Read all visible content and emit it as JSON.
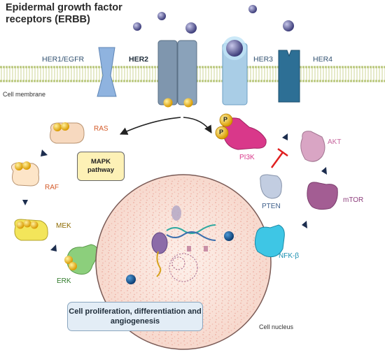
{
  "title": "Epidermal growth factor receptors (ERBB)",
  "receptors": {
    "her1": "HER1/EGFR",
    "her2": "HER2",
    "her3": "HER3",
    "her4": "HER4"
  },
  "membrane_label": "Cell membrane",
  "mapk_branch": {
    "ras": "RAS",
    "raf": "RAF",
    "mek": "MEK",
    "erk": "ERK",
    "pathway_box": "MAPK pathway"
  },
  "pi3k_branch": {
    "phospho": "P",
    "pi3k": "PI3K",
    "akt": "AKT",
    "pten": "PTEN",
    "mtor": "mTOR",
    "nfkb": "NFK-β"
  },
  "nucleus_label": "Cell nucleus",
  "outcome_box": "Cell proliferation, differentiation and angiogenesis",
  "colors": {
    "her1": "#8fb3df",
    "her2": "#7f96ae",
    "her3": "#a9cde6",
    "her4": "#2d6f95",
    "ras": "#f7d9bf",
    "mek": "#f3e55a",
    "erk": "#8ccf7c",
    "pi3k": "#d9388a",
    "akt": "#d9a5c4",
    "pten": "#c2cde1",
    "mtor": "#a35d93",
    "nfkb": "#3ec6e5",
    "phosphate": "#f5b800",
    "inhibition": "#e02020"
  }
}
